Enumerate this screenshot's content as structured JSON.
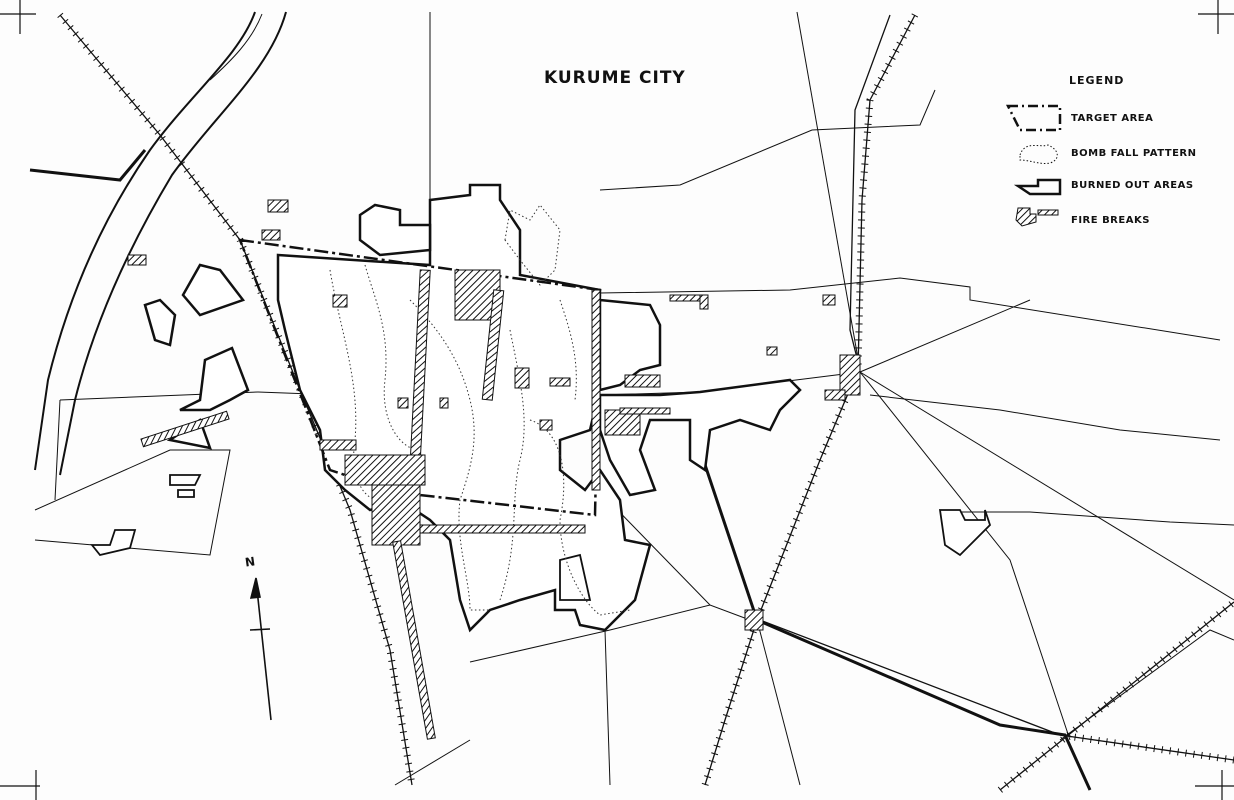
{
  "map": {
    "title": "KURUME CITY",
    "north_label": "N",
    "legend": {
      "heading": "LEGEND",
      "items": [
        {
          "label": "TARGET AREA",
          "symbol": "dash-dot-outline"
        },
        {
          "label": "BOMB FALL PATTERN",
          "symbol": "dotted-outline"
        },
        {
          "label": "BURNED OUT AREAS",
          "symbol": "bold-outline"
        },
        {
          "label": "FIRE BREAKS",
          "symbol": "hatched"
        }
      ]
    },
    "colors": {
      "ink": "#111111",
      "paper": "#fdfdfd"
    }
  }
}
